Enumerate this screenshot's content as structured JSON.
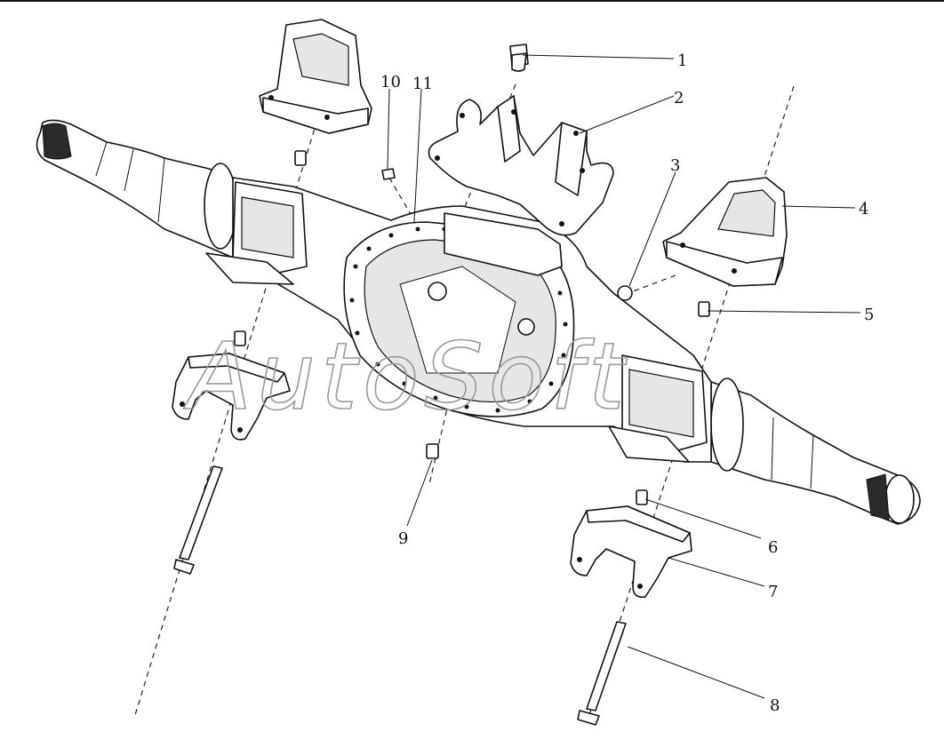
{
  "watermark": "AutoSoft",
  "callouts": [
    {
      "id": "1",
      "label": "1"
    },
    {
      "id": "2",
      "label": "2"
    },
    {
      "id": "3",
      "label": "3"
    },
    {
      "id": "4",
      "label": "4"
    },
    {
      "id": "5",
      "label": "5"
    },
    {
      "id": "6",
      "label": "6"
    },
    {
      "id": "7",
      "label": "7"
    },
    {
      "id": "8",
      "label": "8"
    },
    {
      "id": "9",
      "label": "9"
    },
    {
      "id": "10",
      "label": "10"
    },
    {
      "id": "11",
      "label": "11"
    }
  ]
}
